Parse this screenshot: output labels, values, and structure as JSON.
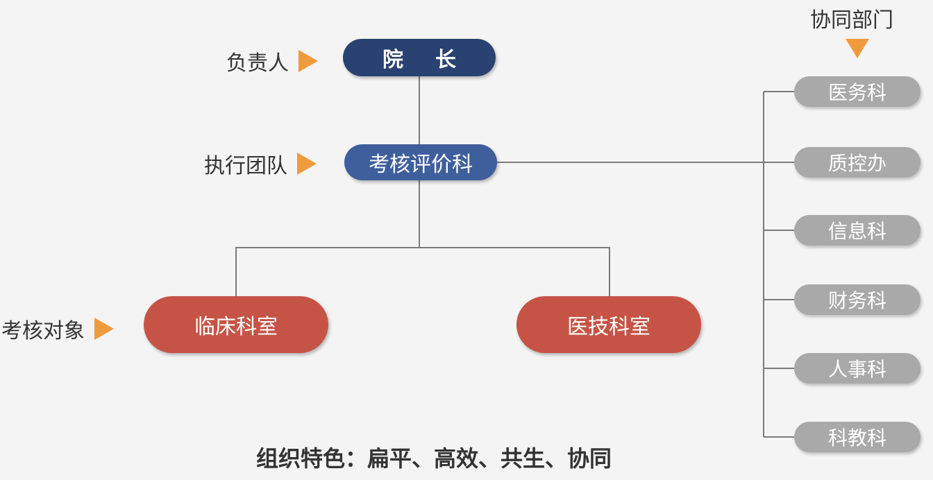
{
  "labels": {
    "leader": "负责人",
    "team": "执行团队",
    "target": "考核对象",
    "cooperating": "协同部门"
  },
  "nodes": {
    "dean": {
      "char1": "院",
      "char2": "长"
    },
    "team": "考核评价科",
    "clinical": "临床科室",
    "tech": "医技科室"
  },
  "departments": [
    "医务科",
    "质控办",
    "信息科",
    "财务科",
    "人事科",
    "科教科"
  ],
  "footer": "组织特色：扁平、高效、共生、协同",
  "colors": {
    "dean": "#2a4272",
    "team": "#3f5f9c",
    "target": "#c65446",
    "department": "#a9a9a9",
    "arrow": "#f09a3e",
    "line": "#7a7a7a"
  }
}
